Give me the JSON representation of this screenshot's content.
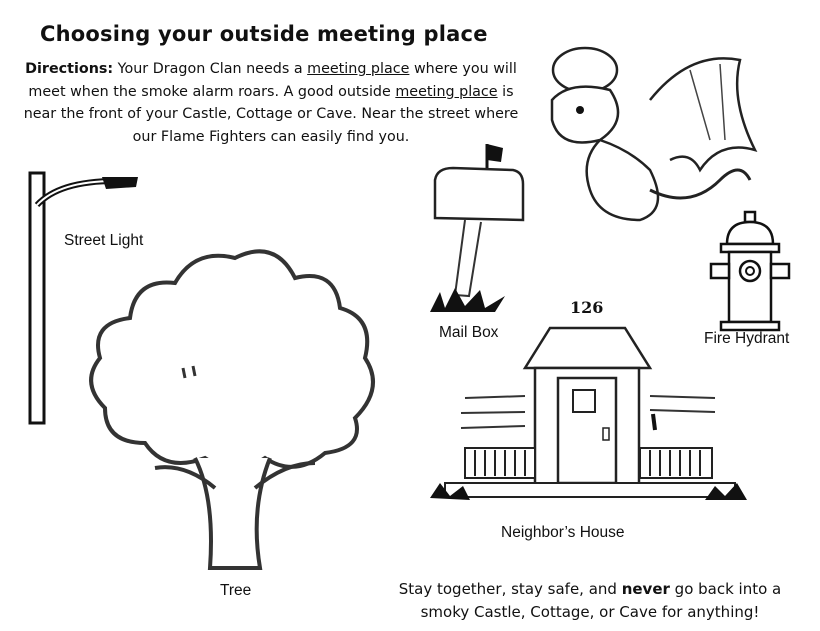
{
  "title": "Choosing your outside meeting place",
  "directions": {
    "label": "Directions:",
    "part1": " Your Dragon Clan needs a ",
    "link1": "meeting place",
    "part2": " where you will meet when the smoke alarm roars.  A good outside ",
    "link2": "meeting place",
    "part3": " is near the front of your Castle, Cottage or Cave.  Near the street where our Flame Fighters can easily find you."
  },
  "labels": {
    "street_light": "Street Light",
    "mail_box": "Mail Box",
    "fire_hydrant": "Fire Hydrant",
    "neighbors_house": "Neighbor’s House",
    "tree": "Tree",
    "house_number": "126"
  },
  "footer": {
    "part1": "Stay together, stay safe, and ",
    "bold": "never",
    "part2": " go back into a smoky Castle, Cottage, or Cave for anything!"
  }
}
